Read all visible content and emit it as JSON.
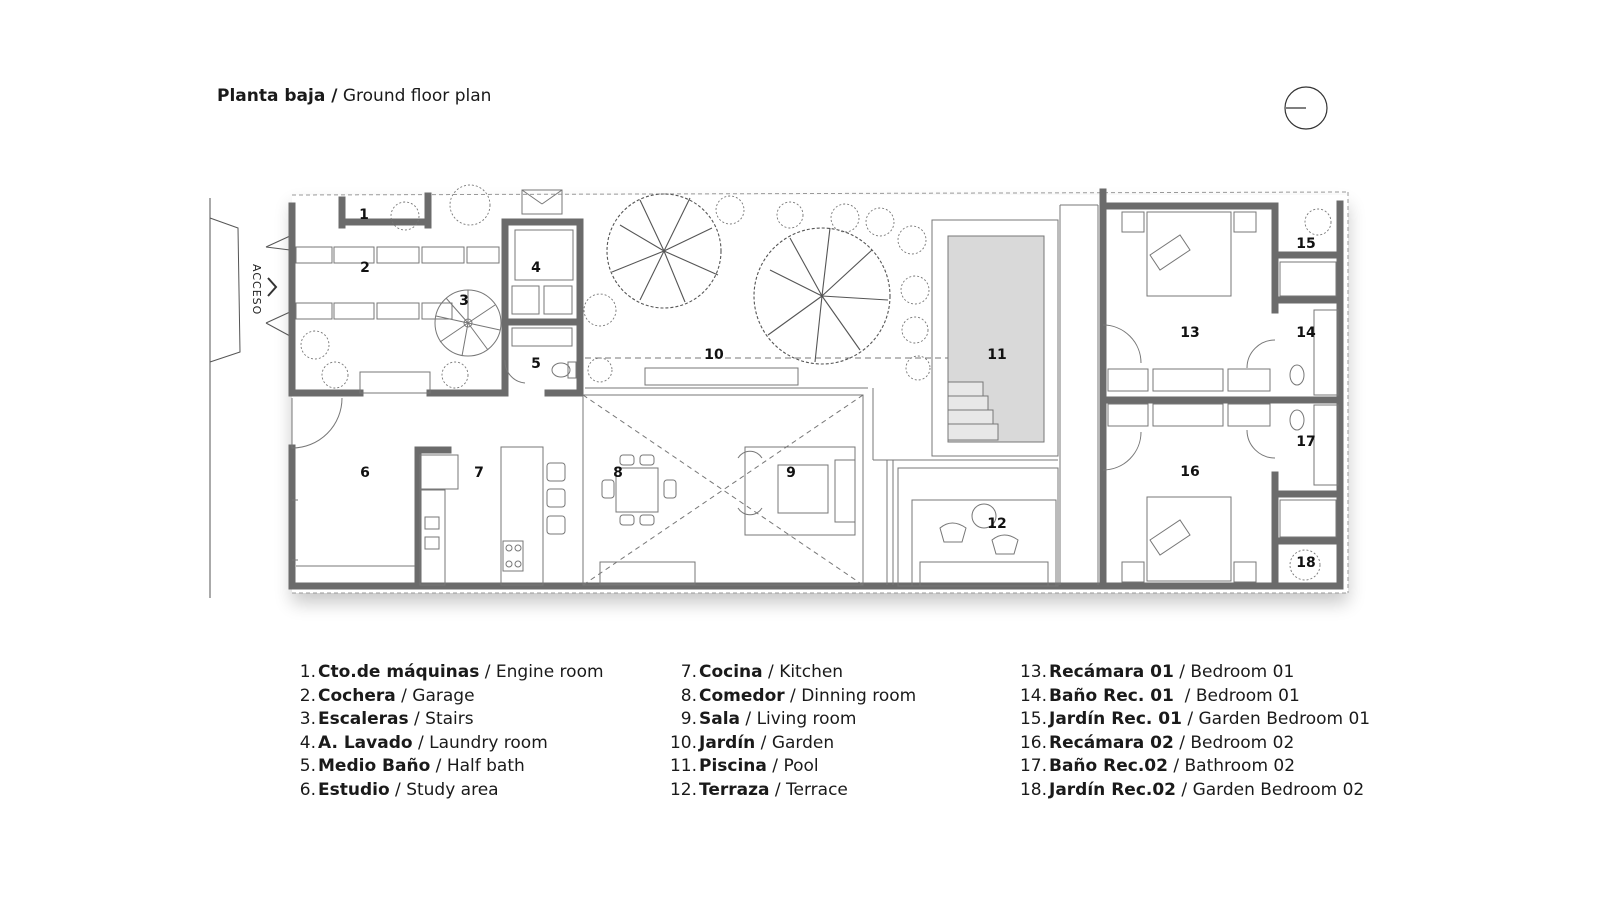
{
  "title": {
    "bold": "Planta baja /",
    "regular": " Ground floor plan"
  },
  "compass_icon": "north-arrow-icon",
  "plan": {
    "access_label": "ACCESO",
    "rooms": [
      {
        "id": "1",
        "label": "1"
      },
      {
        "id": "2",
        "label": "2"
      },
      {
        "id": "3",
        "label": "3"
      },
      {
        "id": "4",
        "label": "4"
      },
      {
        "id": "5",
        "label": "5"
      },
      {
        "id": "6",
        "label": "6"
      },
      {
        "id": "7",
        "label": "7"
      },
      {
        "id": "8",
        "label": "8"
      },
      {
        "id": "9",
        "label": "9"
      },
      {
        "id": "10",
        "label": "10"
      },
      {
        "id": "11",
        "label": "11"
      },
      {
        "id": "12",
        "label": "12"
      },
      {
        "id": "13",
        "label": "13"
      },
      {
        "id": "14",
        "label": "14"
      },
      {
        "id": "15",
        "label": "15"
      },
      {
        "id": "16",
        "label": "16"
      },
      {
        "id": "17",
        "label": "17"
      },
      {
        "id": "18",
        "label": "18"
      }
    ]
  },
  "legend": {
    "col1": [
      {
        "num": "1.",
        "name": "Cto.de máquinas",
        "sep": " / ",
        "en": "Engine room"
      },
      {
        "num": "2.",
        "name": "Cochera",
        "sep": " / ",
        "en": "Garage"
      },
      {
        "num": "3.",
        "name": "Escaleras",
        "sep": " / ",
        "en": "Stairs"
      },
      {
        "num": "4.",
        "name": "A. Lavado",
        "sep": " / ",
        "en": "Laundry room"
      },
      {
        "num": "5.",
        "name": "Medio Baño",
        "sep": " / ",
        "en": "Half bath"
      },
      {
        "num": "6.",
        "name": "Estudio",
        "sep": " / ",
        "en": "Study area"
      }
    ],
    "col2": [
      {
        "num": "7.",
        "name": "Cocina",
        "sep": " / ",
        "en": "Kitchen"
      },
      {
        "num": "8.",
        "name": "Comedor",
        "sep": " / ",
        "en": "Dinning room"
      },
      {
        "num": "9.",
        "name": "Sala",
        "sep": " / ",
        "en": "Living room"
      },
      {
        "num": "10.",
        "name": "Jardín",
        "sep": " / ",
        "en": "Garden"
      },
      {
        "num": "11.",
        "name": "Piscina",
        "sep": " / ",
        "en": "Pool"
      },
      {
        "num": "12.",
        "name": "Terraza",
        "sep": " / ",
        "en": "Terrace"
      }
    ],
    "col3": [
      {
        "num": "13.",
        "name": "Recámara 01",
        "sep": " / ",
        "en": "Bedroom 01"
      },
      {
        "num": "14.",
        "name": "Baño Rec. 01",
        "sep": "  / ",
        "en": "Bedroom 01"
      },
      {
        "num": "15.",
        "name": "Jardín Rec. 01",
        "sep": " / ",
        "en": "Garden Bedroom 01"
      },
      {
        "num": "16.",
        "name": "Recámara 02",
        "sep": " / ",
        "en": "Bedroom 02"
      },
      {
        "num": "17.",
        "name": "Baño Rec.02",
        "sep": " / ",
        "en": "Bathroom 02"
      },
      {
        "num": "18.",
        "name": "Jardín Rec.02",
        "sep": " / ",
        "en": "Garden Bedroom 02"
      }
    ]
  }
}
